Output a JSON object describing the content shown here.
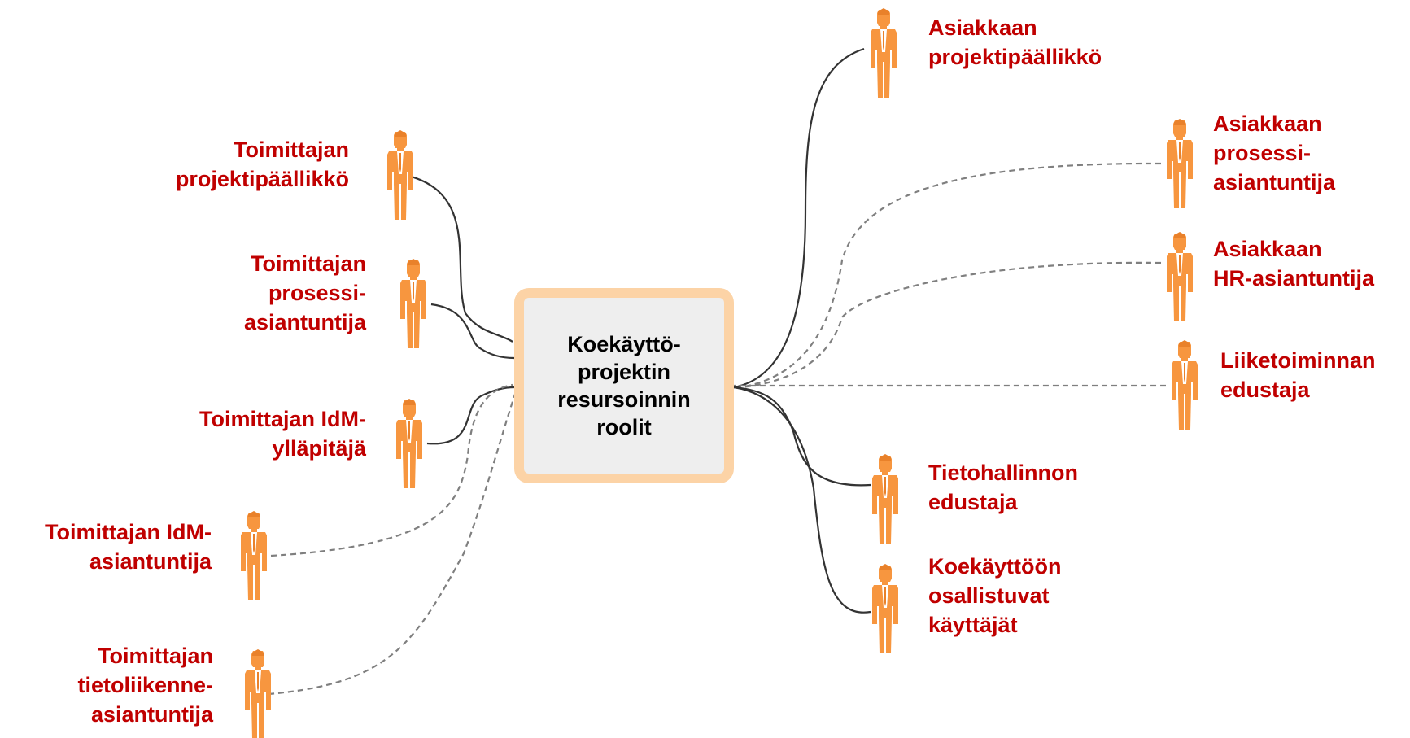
{
  "colors": {
    "label_red": "#c00000",
    "person_orange": "#f7963f",
    "center_border": "#fcd3a6",
    "center_fill": "#eeeeee",
    "solid_line": "#333333",
    "dashed_line": "#7f7f7f"
  },
  "center": {
    "title": "Koekäyttö-\nprojektin\nresursoinnin\nroolit"
  },
  "roles": {
    "toimittajan_projektipaallikko": "Toimittajan\nprojektipäällikkö",
    "toimittajan_prosessiasiantuntija": "Toimittajan\nprosessi-\nasiantuntija",
    "toimittajan_idm_yllapitaja": "Toimittajan IdM-\nylläpitäjä",
    "toimittajan_idm_asiantuntija": "Toimittajan IdM-\nasiantuntija",
    "toimittajan_tietoliikenneasiantuntija": "Toimittajan\ntietoliikenne-\nasiantuntija",
    "asiakkaan_projektipaallikko": "Asiakkaan\nprojektipäällikkö",
    "asiakkaan_prosessiasiantuntija": "Asiakkaan\nprosessi-\nasiantuntija",
    "asiakkaan_hr_asiantuntija": "Asiakkaan\nHR-asiantuntija",
    "liiketoiminnan_edustaja": "Liiketoiminnan\nedustaja",
    "tietohallinnon_edustaja": "Tietohallinnon\nedustaja",
    "koekayttoon_osallistuvat": "Koekäyttöön\nosallistuvat\nkäyttäjät"
  },
  "connections": [
    {
      "role": "toimittajan_projektipaallikko",
      "style": "solid"
    },
    {
      "role": "toimittajan_prosessiasiantuntija",
      "style": "solid"
    },
    {
      "role": "toimittajan_idm_yllapitaja",
      "style": "solid"
    },
    {
      "role": "toimittajan_idm_asiantuntija",
      "style": "dashed"
    },
    {
      "role": "toimittajan_tietoliikenneasiantuntija",
      "style": "dashed"
    },
    {
      "role": "asiakkaan_projektipaallikko",
      "style": "solid"
    },
    {
      "role": "asiakkaan_prosessiasiantuntija",
      "style": "dashed"
    },
    {
      "role": "asiakkaan_hr_asiantuntija",
      "style": "dashed"
    },
    {
      "role": "liiketoiminnan_edustaja",
      "style": "dashed"
    },
    {
      "role": "tietohallinnon_edustaja",
      "style": "solid"
    },
    {
      "role": "koekayttoon_osallistuvat",
      "style": "solid"
    }
  ]
}
